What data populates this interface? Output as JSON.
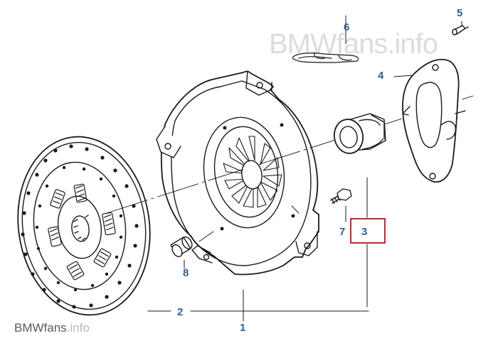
{
  "watermark": {
    "brand_top": "BMWfans.info",
    "brand_dark": "BMW",
    "brand_light": "fans",
    "brand_tld": ".info"
  },
  "callouts": [
    {
      "label": "1"
    },
    {
      "label": "2"
    },
    {
      "label": "3"
    },
    {
      "label": "4"
    },
    {
      "label": "5"
    },
    {
      "label": "6"
    },
    {
      "label": "7"
    },
    {
      "label": "8"
    }
  ],
  "colors": {
    "label": "#2f5e9c",
    "highlight": "#c0282b",
    "line": "#1a1a1a"
  },
  "highlighted_callout": "3"
}
